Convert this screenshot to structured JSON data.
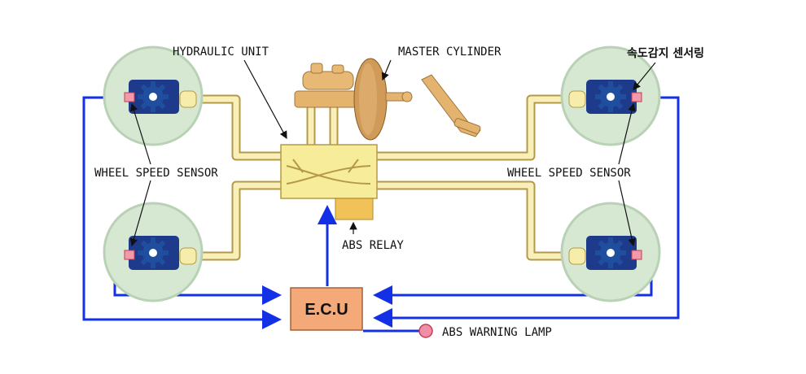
{
  "labels": {
    "hydraulic_unit": "HYDRAULIC UNIT",
    "master_cylinder": "MASTER CYLINDER",
    "speed_sensor_ring": "속도감지 센서링",
    "wheel_speed_sensor_left": "WHEEL SPEED SENSOR",
    "wheel_speed_sensor_right": "WHEEL SPEED SENSOR",
    "abs_relay": "ABS RELAY",
    "ecu": "E.C.U",
    "abs_warning_lamp": "ABS WARNING LAMP"
  },
  "colors": {
    "wheel_disc": "#d6e8d2",
    "wheel_rim": "#b9d2b6",
    "hub": "#1e3a8a",
    "gear": "#1f4e9e",
    "caliper": "#f6edaa",
    "pipe_fill": "#f8f0b8",
    "pipe_edge": "#b49a48",
    "hydraulic_unit": "#f7ec9a",
    "abs_relay": "#f0c258",
    "ecu": "#f3a978",
    "sensor_ring": "#f19aa9",
    "wire": "#1330e6",
    "warning_lamp": "#ef8fa6",
    "master_cylinder": "#d9a86a"
  }
}
